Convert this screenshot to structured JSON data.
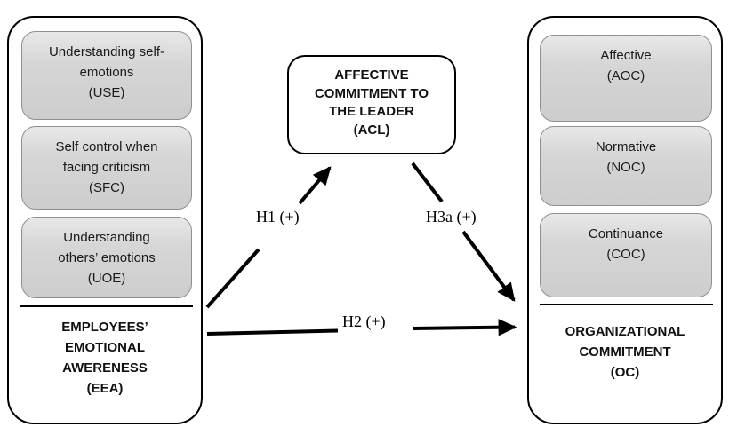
{
  "diagram": {
    "left_panel": {
      "items": [
        {
          "id": "USE",
          "lines": [
            "Understanding self-",
            "emotions",
            "(USE)"
          ]
        },
        {
          "id": "SFC",
          "lines": [
            "Self control when",
            "facing criticism",
            "(SFC)"
          ]
        },
        {
          "id": "UOE",
          "lines": [
            "Understanding",
            "others’ emotions",
            "(UOE)"
          ]
        }
      ],
      "title_lines": [
        "EMPLOYEES’",
        "EMOTIONAL",
        "AWERENESS",
        "(EEA)"
      ]
    },
    "center_box": {
      "lines": [
        "AFFECTIVE",
        "COMMITMENT TO",
        "THE LEADER",
        "(ACL)"
      ]
    },
    "right_panel": {
      "items": [
        {
          "id": "AOC",
          "lines": [
            "Affective",
            "(AOC)"
          ]
        },
        {
          "id": "NOC",
          "lines": [
            "Normative",
            "(NOC)"
          ]
        },
        {
          "id": "COC",
          "lines": [
            "Continuance",
            "(COC)"
          ]
        }
      ],
      "title_lines": [
        "ORGANIZATIONAL",
        "COMMITMENT",
        "(OC)"
      ]
    },
    "hypothesis_labels": {
      "h1": "H1 (+)",
      "h2": "H2 (+)",
      "h3a": "H3a (+)"
    },
    "colors": {
      "background": "#ffffff",
      "outline": "#000000",
      "gray_box_fill_top": "#e8e8e8",
      "gray_box_fill_bottom": "#cdcdcd",
      "gray_box_border": "#8f8f8f",
      "arrow": "#000000"
    }
  }
}
